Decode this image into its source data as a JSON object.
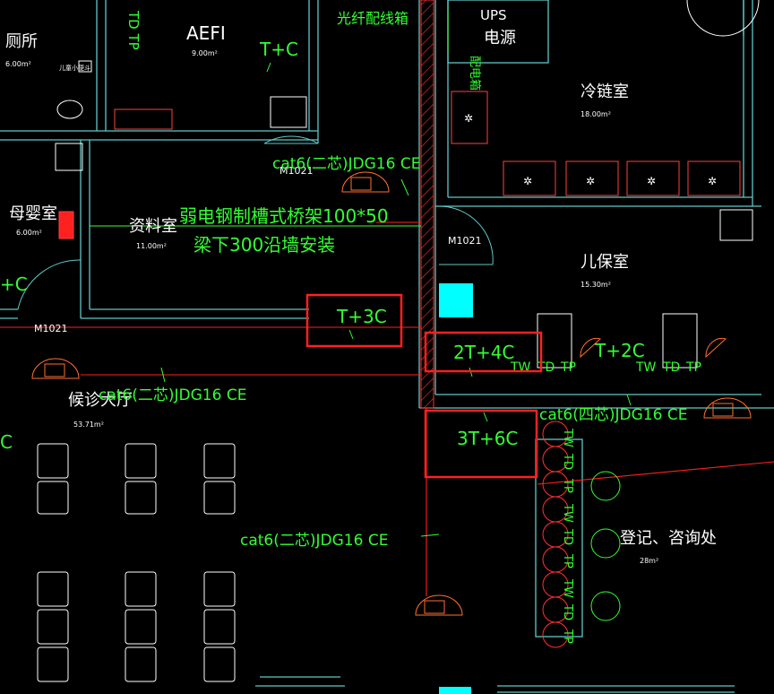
{
  "colors": {
    "wall": "#5fc8c8",
    "text_white": "#ffffff",
    "text_green": "#33ff33",
    "red_line": "#ff2020",
    "hatch": "#ff3030",
    "highlight": "#ff2020",
    "cyan_fill": "#00ffff",
    "equipment": "#ff7030"
  },
  "rooms": {
    "toilet": {
      "name": "厕所",
      "area": "6.00m²"
    },
    "aefi": {
      "name": "AEFI",
      "area": "9.00m²"
    },
    "mother_baby": {
      "name": "母婴室",
      "area": "6.00m²"
    },
    "archive": {
      "name": "资料室",
      "area": "11.00m²"
    },
    "cold_chain": {
      "name": "冷链室",
      "area": "18.00m²"
    },
    "child_care": {
      "name": "儿保室",
      "area": "15.30m²"
    },
    "waiting_hall": {
      "name": "候诊大厅",
      "area": "53.71m²"
    },
    "registration": {
      "name": "登记、咨询处",
      "area": "28m²"
    }
  },
  "labels": {
    "ups": "UPS",
    "power": "电源",
    "fiber_box": "光纤配线箱",
    "cable_tray_1": "弱电钢制槽式桥架100*50",
    "cable_tray_2": "梁下300沿墙安装",
    "cat6_top": "cat6(二芯)JDG16 CE",
    "cat6_hall": "cat6(二芯)JDG16 CE",
    "cat6_bottom": "cat6(二芯)JDG16 CE",
    "cat6_four": "cat6(四芯)JDG16 CE",
    "door_1": "M1021",
    "door_2": "M1021",
    "door_3": "M1021",
    "aefi_tc": "T+C",
    "left_tc": "+C",
    "left_c": "C",
    "box_1": "T+3C",
    "box_2": "2T+4C",
    "box_3": "3T+6C",
    "child_t2c": "T+2C",
    "vert_tdtp": "TD TP",
    "vert_panel": "配电箱",
    "tw_1": "TW",
    "td_1": "TD",
    "tp_1": "TP",
    "tw_2": "TW",
    "td_2": "TD",
    "tp_2": "TP",
    "col_tw_1": "TW",
    "col_td_1": "TD",
    "col_tp_1": "TP",
    "col_tw_2": "TW",
    "col_td_2": "TD",
    "col_tp_2": "TP",
    "col_tw_3": "TW",
    "col_td_3": "TD",
    "col_tp_3": "TP",
    "baby_icon_label": "儿童小便斗"
  }
}
